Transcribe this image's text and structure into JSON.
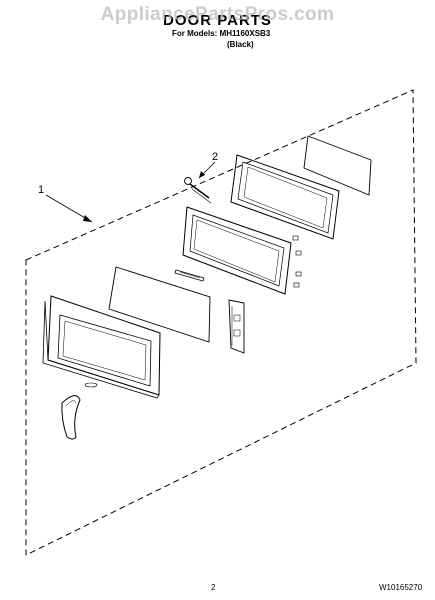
{
  "watermark": "AppliancePartsPros.com",
  "header": {
    "title": "DOOR PARTS",
    "models_line": "For Models: MH1160XSB3",
    "color_line": "(Black)"
  },
  "callouts": [
    "1",
    "2"
  ],
  "footer": {
    "page_number": "2",
    "document_number": "W10165270"
  }
}
